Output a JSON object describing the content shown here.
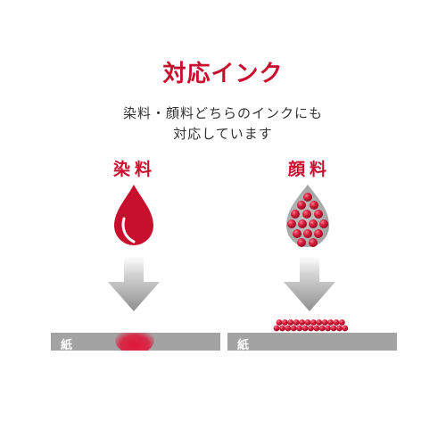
{
  "title": "対応インク",
  "description": {
    "line1": "染料・顔料どちらのインクにも",
    "line2": "対応しています"
  },
  "left_panel": {
    "label": "染料",
    "paper_label": "紙"
  },
  "right_panel": {
    "label": "顔料",
    "paper_label": "紙"
  },
  "colors": {
    "accent": "#c8102e",
    "drop_red": "#c8102e",
    "pigment_drop_gray": "#a9a9a9",
    "paper_gray": "#a3a3a3",
    "arrow_gray": "#9a9a9a"
  },
  "icons": [
    "dye-drop-icon",
    "pigment-drop-icon",
    "down-arrow-icon"
  ]
}
